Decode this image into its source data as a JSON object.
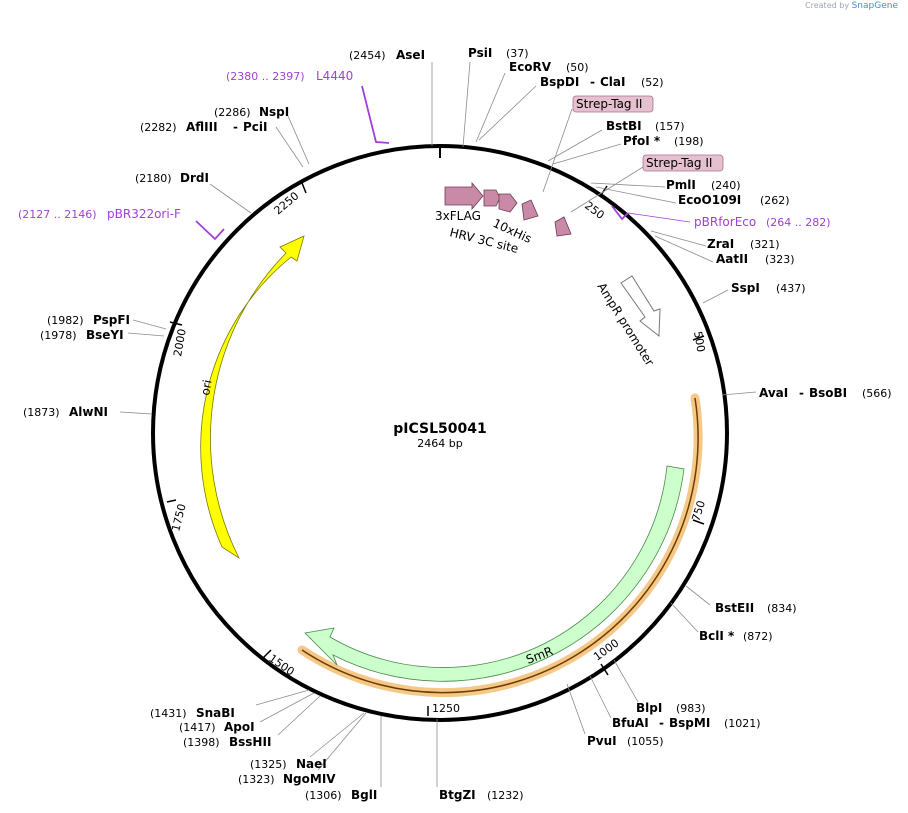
{
  "credit": {
    "prefix": "Created by",
    "brand": "SnapGene"
  },
  "plasmid": {
    "name": "pICSL50041",
    "length_label": "2464 bp",
    "length": 2464
  },
  "ticks": [
    "250",
    "500",
    "750",
    "1000",
    "1250",
    "1500",
    "1750",
    "2000",
    "2250"
  ],
  "enzymes": [
    {
      "name": "AseI",
      "pos": "(2454)"
    },
    {
      "name": "PsiI",
      "pos": "(37)"
    },
    {
      "name": "EcoRV",
      "pos": "(50)"
    },
    {
      "name": "BspDI",
      "sep": "-",
      "name2": "ClaI",
      "pos": "(52)"
    },
    {
      "name": "BstBI",
      "pos": "(157)"
    },
    {
      "name": "PfoI *",
      "pos": "(198)"
    },
    {
      "name": "PmlI",
      "pos": "(240)"
    },
    {
      "name": "EcoO109I",
      "pos": "(262)"
    },
    {
      "name": "ZraI",
      "pos": "(321)"
    },
    {
      "name": "AatII",
      "pos": "(323)"
    },
    {
      "name": "SspI",
      "pos": "(437)"
    },
    {
      "name": "AvaI",
      "sep": "-",
      "name2": "BsoBI",
      "pos": "(566)"
    },
    {
      "name": "BstEII",
      "pos": "(834)"
    },
    {
      "name": "BclI *",
      "pos": "(872)"
    },
    {
      "name": "BlpI",
      "pos": "(983)"
    },
    {
      "name": "BfuAI",
      "sep": "-",
      "name2": "BspMI",
      "pos": "(1021)"
    },
    {
      "name": "PvuI",
      "pos": "(1055)"
    },
    {
      "name": "BtgZI",
      "pos": "(1232)"
    },
    {
      "name": "BglI",
      "pos": "(1306)"
    },
    {
      "name": "NgoMIV",
      "pos": "(1323)"
    },
    {
      "name": "NaeI",
      "pos": "(1325)"
    },
    {
      "name": "BssHII",
      "pos": "(1398)"
    },
    {
      "name": "ApoI",
      "pos": "(1417)"
    },
    {
      "name": "SnaBI",
      "pos": "(1431)"
    },
    {
      "name": "AlwNI",
      "pos": "(1873)"
    },
    {
      "name": "BseYI",
      "pos": "(1978)"
    },
    {
      "name": "PspFI",
      "pos": "(1982)"
    },
    {
      "name": "DrdI",
      "pos": "(2180)"
    },
    {
      "name": "AflIII",
      "sep": "-",
      "name2": "PciI",
      "pos": "(2282)"
    },
    {
      "name": "NspI",
      "pos": "(2286)"
    }
  ],
  "primers": [
    {
      "name": "L4440",
      "range": "(2380 .. 2397)"
    },
    {
      "name": "pBRforEco",
      "range": "(264 .. 282)"
    },
    {
      "name": "pBR322ori-F",
      "range": "(2127 .. 2146)"
    }
  ],
  "features": [
    {
      "name": "Strep-Tag II"
    },
    {
      "name": "Strep-Tag II"
    },
    {
      "name": "3xFLAG"
    },
    {
      "name": "10xHis"
    },
    {
      "name": "HRV 3C site"
    },
    {
      "name": "AmpR promoter"
    },
    {
      "name": "SmR"
    },
    {
      "name": "ori"
    }
  ],
  "colors": {
    "backbone": "#000000",
    "tag_feature": "#c98aa8",
    "tag_label_bg": "#e5c1d0",
    "ori": "#ffff00",
    "smr": "#ccffcc",
    "smr_highlight": "#f6c887",
    "primer": "#a23fd6",
    "enzyme_line": "#8c8c8c"
  }
}
